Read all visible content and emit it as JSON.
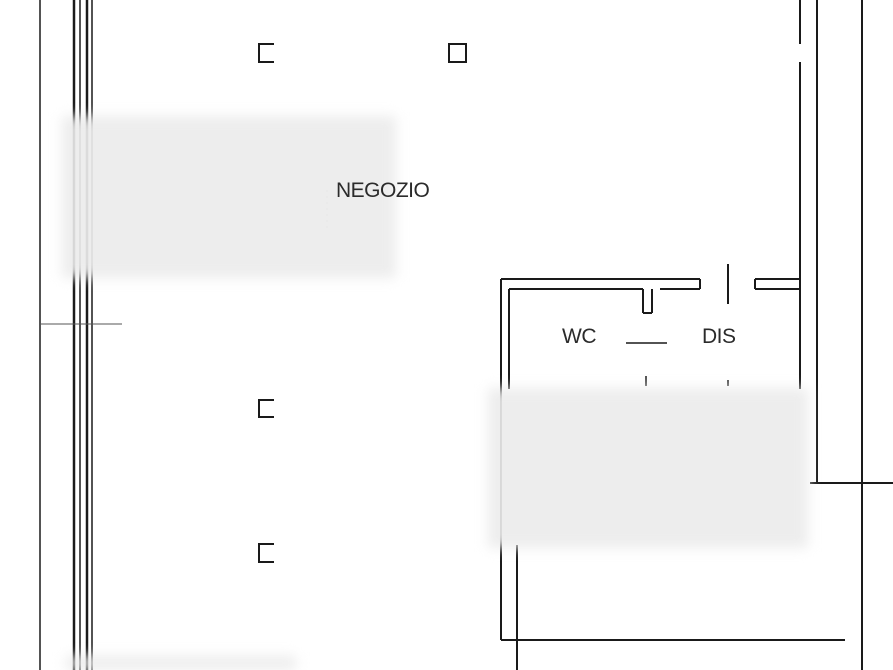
{
  "floor_plan": {
    "rooms": [
      {
        "id": "negozio",
        "label": "NEGOZIO"
      },
      {
        "id": "wc",
        "label": "WC"
      },
      {
        "id": "dis",
        "label": "DIS"
      }
    ],
    "redacted_areas": 3,
    "line_color": "#1a1a1a",
    "redaction_color": "#ececec"
  }
}
